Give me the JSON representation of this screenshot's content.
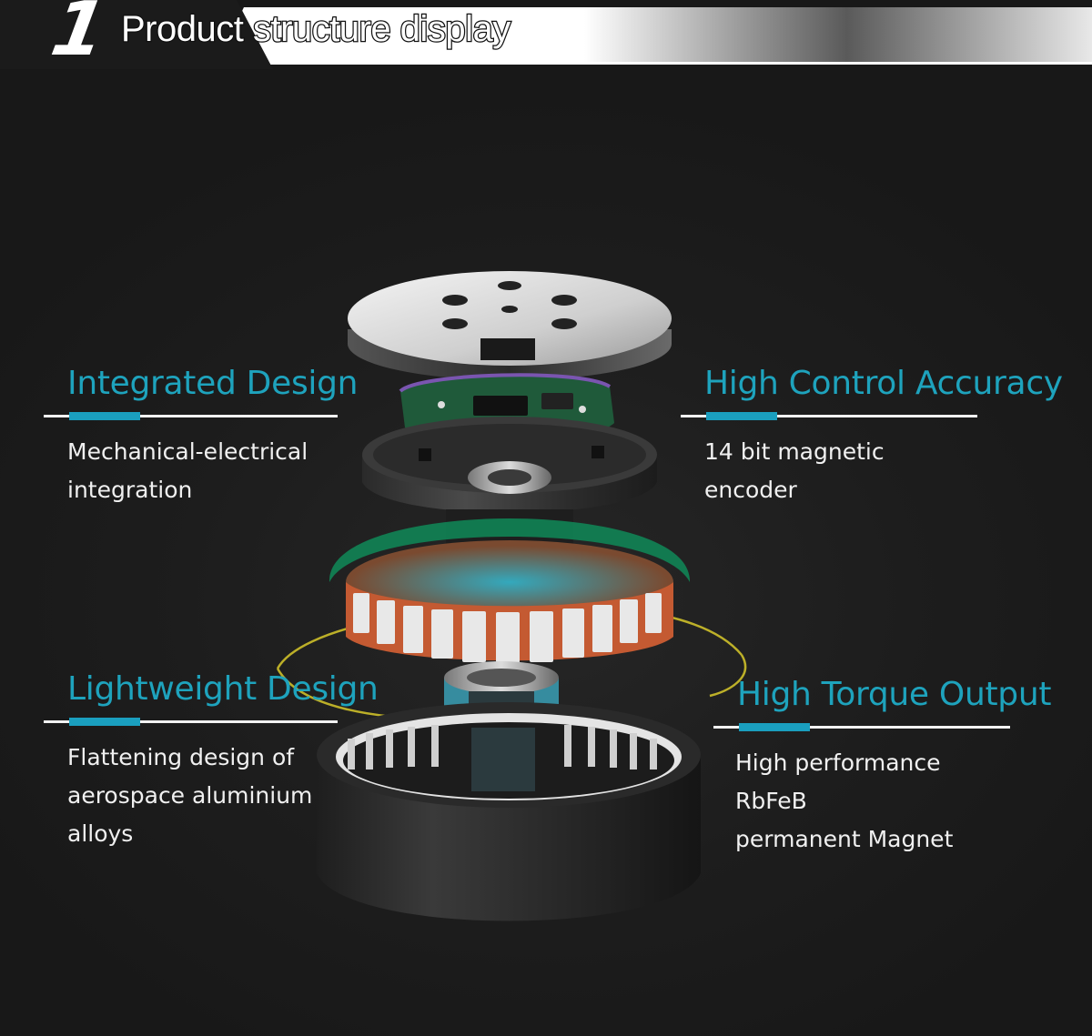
{
  "header": {
    "number": "1",
    "title": "Product structure display"
  },
  "features": [
    {
      "title": "Integrated Design",
      "lines": [
        "Mechanical-electrical",
        "integration"
      ]
    },
    {
      "title": "High Control Accuracy",
      "lines": [
        "14 bit magnetic encoder"
      ]
    },
    {
      "title": "Lightweight Design",
      "lines": [
        "Flattening design of",
        "aerospace aluminium",
        "alloys"
      ]
    },
    {
      "title": "High Torque Output",
      "lines": [
        "High performance RbFeB",
        "permanent Magnet"
      ]
    }
  ],
  "colors": {
    "background": "#1b1b1b",
    "accent": "#1ea3bd",
    "text": "#f0f0f0"
  }
}
